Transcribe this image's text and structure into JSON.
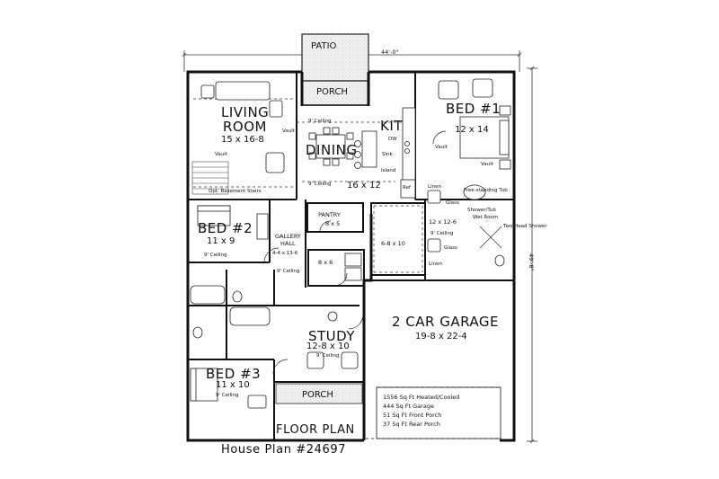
{
  "plan": {
    "overall_width": "44'-0\"",
    "overall_depth": "49'-8\"",
    "title": "FLOOR PLAN",
    "plan_number": "House Plan #24697"
  },
  "rooms": {
    "patio": "PATIO",
    "rear_porch": "PORCH",
    "living": {
      "name1": "LIVING",
      "name2": "ROOM",
      "size": "15 x 16-8",
      "vault": "Vault",
      "vault2": "Vault",
      "stairs": "Opt. Basement Stairs"
    },
    "kitchen": {
      "name": "KIT",
      "dw": "DW",
      "sink": "Sink",
      "island": "Island",
      "ref": "Ref",
      "ceiling": "9' Ceiling"
    },
    "dining": {
      "name": "DINING",
      "size": "16 x 12",
      "ceiling": "9' Ceiling"
    },
    "bed1": {
      "name": "BED #1",
      "size": "12 x 14",
      "vault": "Vault",
      "vault2": "Vault"
    },
    "bed2": {
      "name": "BED #2",
      "size": "11 x 9",
      "ceiling": "9' Ceiling"
    },
    "gallery": {
      "name1": "GALLERY",
      "name2": "HALL",
      "size": "4-4 x 13-6",
      "ceiling": "9' Ceiling"
    },
    "pantry": {
      "name": "PANTRY",
      "size": "8 x 5"
    },
    "laundry": {
      "size": "8 x 6"
    },
    "closet": {
      "size": "6-8 x 10"
    },
    "master_bath": {
      "size": "12 x 12-6",
      "ceiling": "9' Ceiling",
      "linen": "Linen",
      "linen2": "Linen",
      "glass": "Glass",
      "glass2": "Glass",
      "tub": "Free-standing Tub",
      "shower": "Shower/Tub",
      "wet_room": "Wet Room",
      "head_shower": "Two Head Shower"
    },
    "study": {
      "name": "STUDY",
      "size": "12-8 x 10",
      "ceiling": "9' Ceiling"
    },
    "bed3": {
      "name": "BED #3",
      "size": "11 x 10",
      "ceiling": "9' Ceiling"
    },
    "front_porch": "PORCH",
    "garage": {
      "name": "2 CAR GARAGE",
      "size": "19-8 x 22-4"
    }
  },
  "stats": [
    "1556 Sq Ft Heated/Cooled",
    "444 Sq Ft Garage",
    "51 Sq Ft Front Porch",
    "37 Sq Ft Rear Porch"
  ]
}
